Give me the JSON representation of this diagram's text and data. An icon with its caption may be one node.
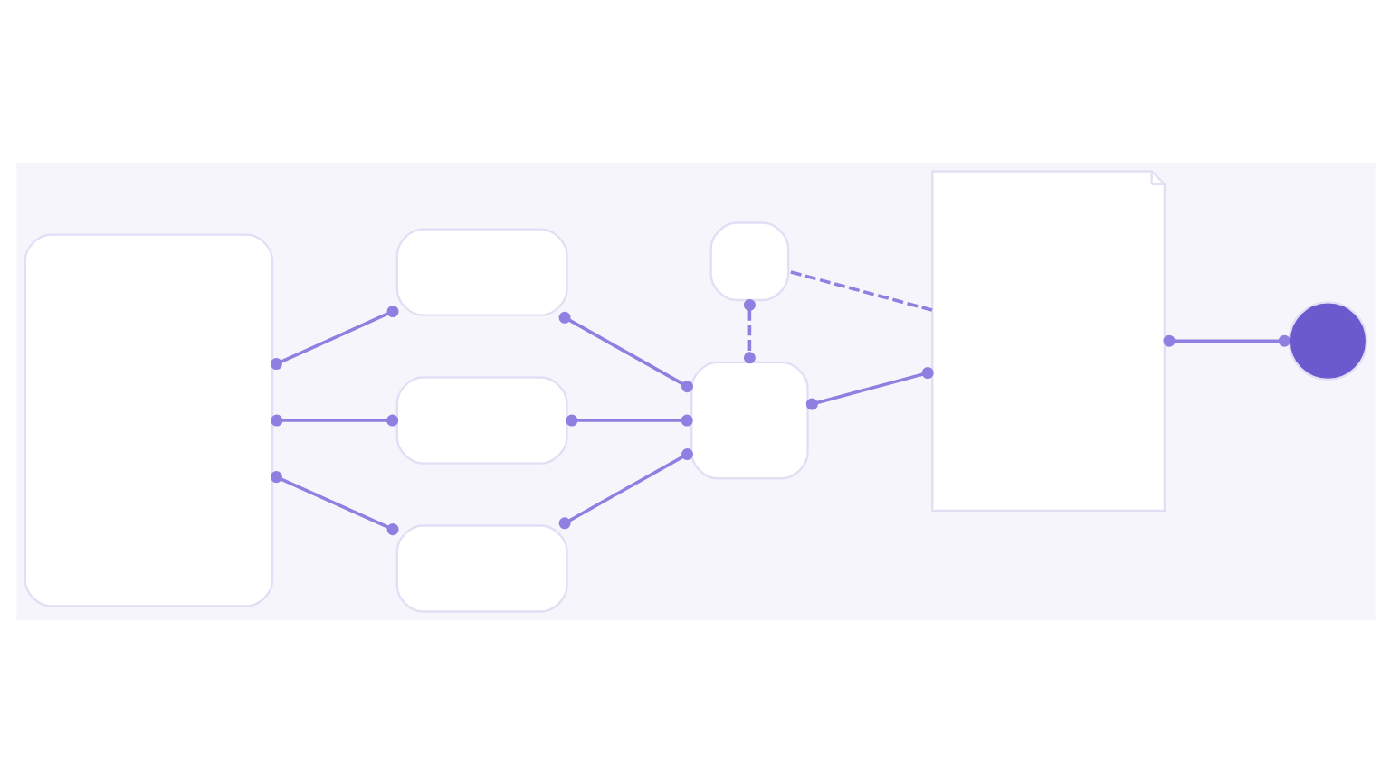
{
  "diagram": {
    "nodes": [
      {
        "text": [],
        "shape": "box"
      },
      {
        "text": [],
        "shape": "box"
      },
      {
        "text": [],
        "shape": "box"
      },
      {
        "text": [],
        "shape": "box"
      },
      {
        "text": [],
        "shape": "box"
      },
      {
        "text": [],
        "shape": "document"
      },
      {
        "text": [],
        "shape": "circle"
      },
      {
        "text": [],
        "shape": "box"
      }
    ],
    "edges": [
      {
        "from": 0,
        "to": 1,
        "arrow": "other"
      },
      {
        "from": 0,
        "to": 2,
        "arrow": "other"
      },
      {
        "from": 0,
        "to": 3,
        "arrow": "other"
      },
      {
        "from": 1,
        "to": 4,
        "arrow": "other"
      },
      {
        "from": 2,
        "to": 4,
        "arrow": "other"
      },
      {
        "from": 3,
        "to": 4,
        "arrow": "other"
      },
      {
        "from": 4,
        "to": 5,
        "arrow": "other"
      },
      {
        "from": 5,
        "to": 6,
        "arrow": "other"
      },
      {
        "from": 7,
        "to": 4,
        "arrow": "other",
        "style": "dashed"
      },
      {
        "from": 5,
        "to": 7,
        "arrow": "none",
        "style": "dashed"
      }
    ]
  }
}
